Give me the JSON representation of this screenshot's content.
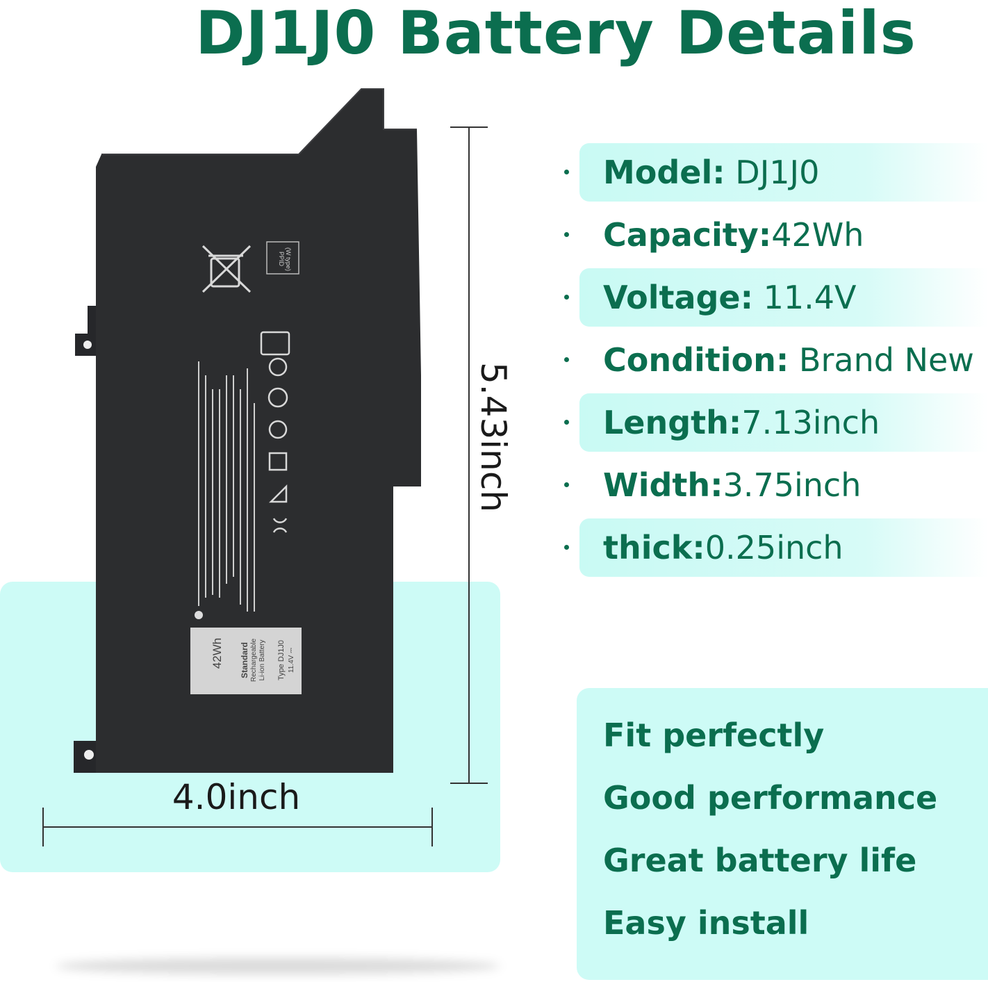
{
  "title": "DJ1J0 Battery Details",
  "specs": [
    {
      "label": "Model:",
      "value": " DJ1J0"
    },
    {
      "label": "Capacity:",
      "value": "42Wh"
    },
    {
      "label": "Voltage:",
      "value": " 11.4V"
    },
    {
      "label": "Condition:",
      "value": " Brand New"
    },
    {
      "label": "Length:",
      "value": "7.13inch"
    },
    {
      "label": "Width:",
      "value": "3.75inch"
    },
    {
      "label": "thick:",
      "value": "0.25inch"
    }
  ],
  "features": [
    "Fit perfectly",
    "Good performance",
    "Great battery life",
    "Easy install"
  ],
  "dimensions": {
    "width": "4.0inch",
    "height": "5.43inch"
  },
  "battery_label": {
    "capacity": "42Wh",
    "line1": "Standard",
    "line2": "Rechargeable",
    "line3": "Li-ion Battery",
    "type": "Type DJ1J0",
    "voltage": "11.4V ⎓",
    "ppid": "PPID",
    "ppid_sub": "(W type)"
  },
  "colors": {
    "accent": "#0b6e4f",
    "panel": "#cdfbf6",
    "battery": "#2c2d2f"
  }
}
